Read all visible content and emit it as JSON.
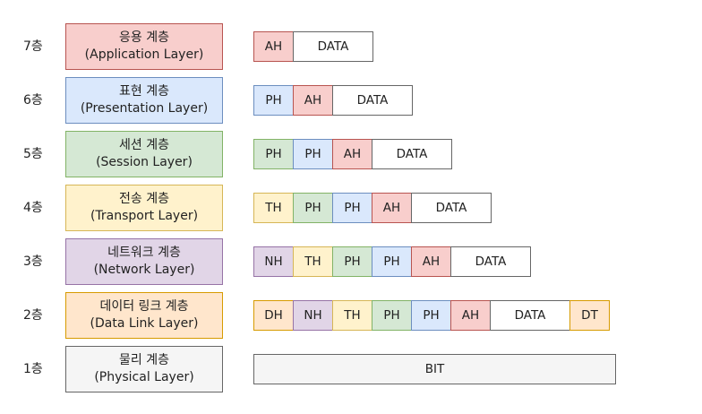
{
  "layers": [
    {
      "num": "7층",
      "name_ko": "응용 계층",
      "name_en": "(Application Layer)",
      "fill": "#f8cecc",
      "stroke": "#b85450",
      "cells": [
        {
          "label": "AH",
          "kind": "AH"
        },
        {
          "label": "DATA",
          "kind": "DATA"
        }
      ]
    },
    {
      "num": "6층",
      "name_ko": "표현 계층",
      "name_en": "(Presentation Layer)",
      "fill": "#dae8fc",
      "stroke": "#6c8ebf",
      "cells": [
        {
          "label": "PH",
          "kind": "PH"
        },
        {
          "label": "AH",
          "kind": "AH"
        },
        {
          "label": "DATA",
          "kind": "DATA"
        }
      ]
    },
    {
      "num": "5층",
      "name_ko": "세션 계층",
      "name_en": "(Session Layer)",
      "fill": "#d5e8d4",
      "stroke": "#82b366",
      "cells": [
        {
          "label": "PH",
          "kind": "SH"
        },
        {
          "label": "PH",
          "kind": "PH"
        },
        {
          "label": "AH",
          "kind": "AH"
        },
        {
          "label": "DATA",
          "kind": "DATA"
        }
      ]
    },
    {
      "num": "4층",
      "name_ko": "전송 계층",
      "name_en": "(Transport Layer)",
      "fill": "#fff2cc",
      "stroke": "#d6b656",
      "cells": [
        {
          "label": "TH",
          "kind": "TH"
        },
        {
          "label": "PH",
          "kind": "SH"
        },
        {
          "label": "PH",
          "kind": "PH"
        },
        {
          "label": "AH",
          "kind": "AH"
        },
        {
          "label": "DATA",
          "kind": "DATA"
        }
      ]
    },
    {
      "num": "3층",
      "name_ko": "네트워크 계층",
      "name_en": "(Network Layer)",
      "fill": "#e1d5e7",
      "stroke": "#9673a6",
      "cells": [
        {
          "label": "NH",
          "kind": "NH"
        },
        {
          "label": "TH",
          "kind": "TH"
        },
        {
          "label": "PH",
          "kind": "SH"
        },
        {
          "label": "PH",
          "kind": "PH"
        },
        {
          "label": "AH",
          "kind": "AH"
        },
        {
          "label": "DATA",
          "kind": "DATA"
        }
      ]
    },
    {
      "num": "2층",
      "name_ko": "데이터 링크 계층",
      "name_en": "(Data Link Layer)",
      "fill": "#ffe6cc",
      "stroke": "#d79b00",
      "cells": [
        {
          "label": "DH",
          "kind": "DH"
        },
        {
          "label": "NH",
          "kind": "NH"
        },
        {
          "label": "TH",
          "kind": "TH"
        },
        {
          "label": "PH",
          "kind": "SH"
        },
        {
          "label": "PH",
          "kind": "PH"
        },
        {
          "label": "AH",
          "kind": "AH"
        },
        {
          "label": "DATA",
          "kind": "DATA"
        },
        {
          "label": "DT",
          "kind": "DT"
        }
      ]
    },
    {
      "num": "1층",
      "name_ko": "물리 계층",
      "name_en": "(Physical Layer)",
      "fill": "#f5f5f5",
      "stroke": "#666666",
      "cells": [
        {
          "label": "BIT",
          "kind": "BIT"
        }
      ]
    }
  ]
}
